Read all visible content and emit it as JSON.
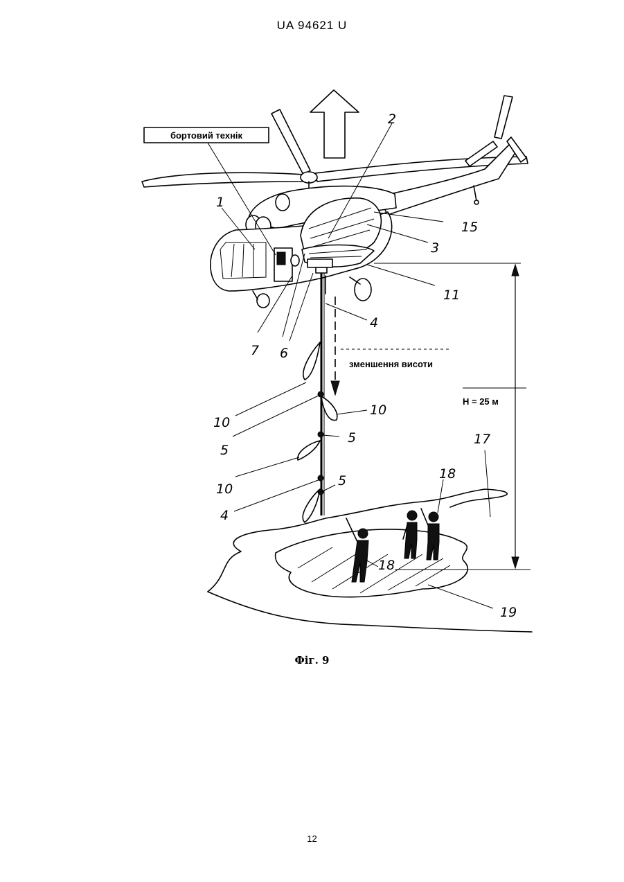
{
  "header": {
    "doc_id": "UA   94621   U"
  },
  "figure": {
    "box_label": "бортовий технік",
    "descent_label": "зменшення висоти",
    "height_label": "H = 25 м",
    "caption": "Фіг. 9",
    "numbers": {
      "n1": "1",
      "n2": "2",
      "n3": "3",
      "n4a": "4",
      "n4b": "4",
      "n5a": "5",
      "n5b": "5",
      "n5c": "5",
      "n6": "6",
      "n7": "7",
      "n10a": "10",
      "n10b": "10",
      "n10c": "10",
      "n11": "11",
      "n15": "15",
      "n17": "17",
      "n18a": "18",
      "n18b": "18",
      "n19": "19"
    }
  },
  "footer": {
    "page_number": "12"
  }
}
